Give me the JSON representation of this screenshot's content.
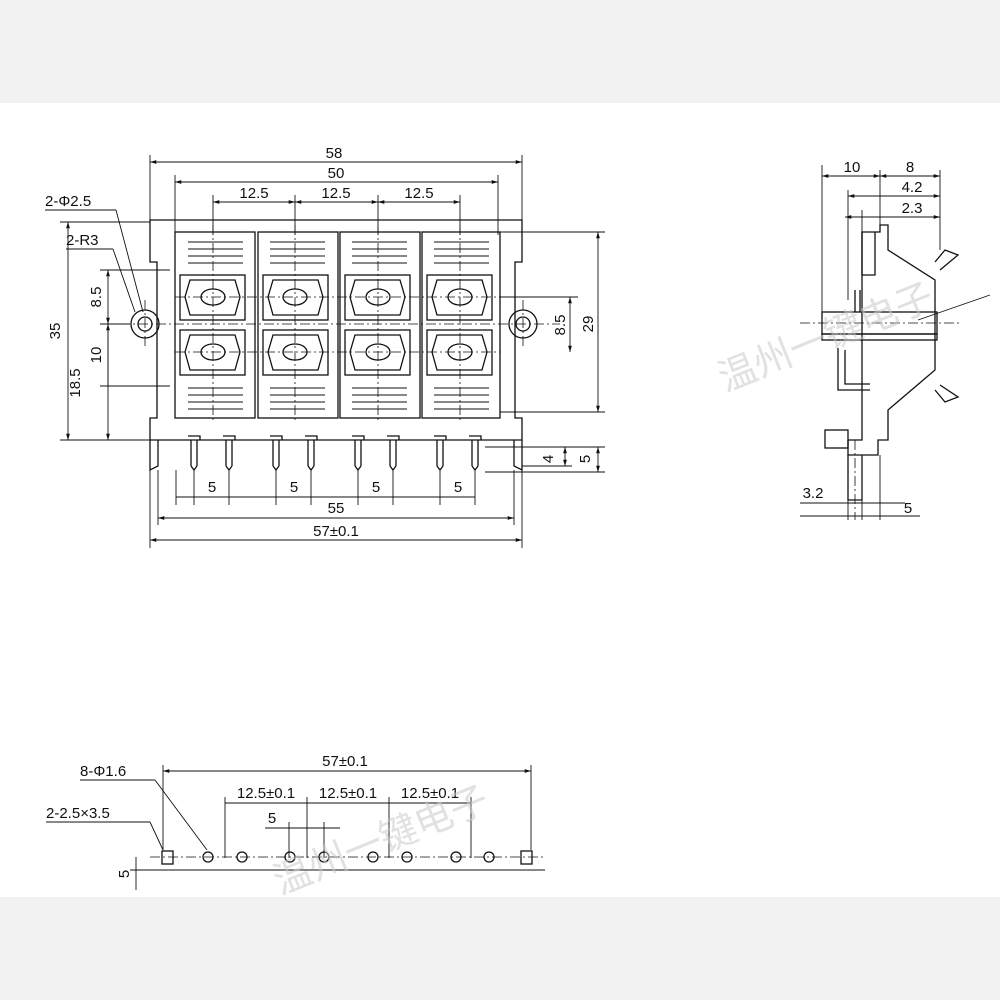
{
  "front_view": {
    "overall_width": "58",
    "width_50": "50",
    "pitch_a": "12.5",
    "pitch_b": "12.5",
    "pitch_c": "12.5",
    "hole_callout": "2-Φ2.5",
    "radius_callout": "2-R3",
    "height_35": "35",
    "dim_8_5_left": "8.5",
    "dim_10": "10",
    "dim_18_5": "18.5",
    "dim_8_5_right": "8.5",
    "height_29": "29",
    "pin_4": "4",
    "pin_5_right": "5",
    "pin_pitch": [
      "5",
      "5",
      "5",
      "5"
    ],
    "width_55": "55",
    "width_57": "57±0.1"
  },
  "side_view": {
    "dim_10": "10",
    "dim_8": "8",
    "dim_4_2": "4.2",
    "dim_2_3": "2.3",
    "dim_3_2": "3.2",
    "dim_5": "5"
  },
  "pcb_layout": {
    "width_57": "57±0.1",
    "pin_hole_callout": "8-Φ1.6",
    "slot_callout": "2-2.5×3.5",
    "pitch_a": "12.5±0.1",
    "pitch_b": "12.5±0.1",
    "pitch_c": "12.5±0.1",
    "pin_pitch": "5",
    "row_offset": "5"
  },
  "watermark": {
    "top": "温州一键电子",
    "bottom": "温州一键电子"
  }
}
